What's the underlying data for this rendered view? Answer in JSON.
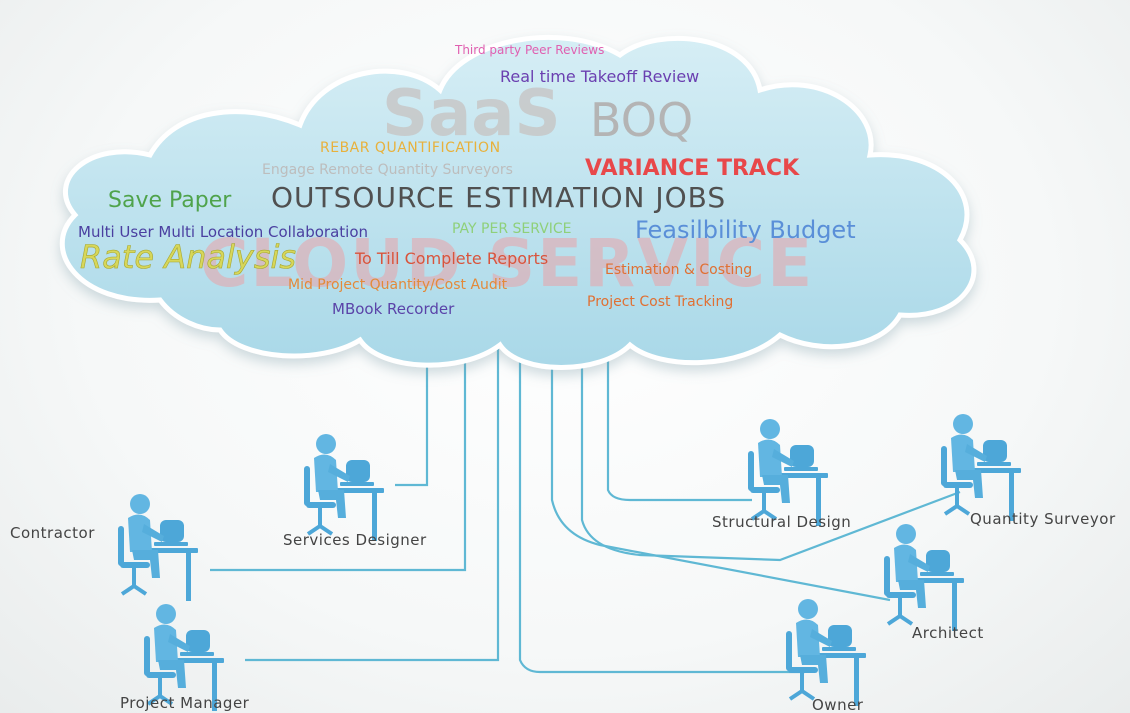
{
  "cloud": {
    "watermark": "CLOUD SERVICE",
    "words": {
      "peer_reviews": "Third party Peer Reviews",
      "realtime": "Real time Takeoff Review",
      "saas": "SaaS",
      "boq": "BOQ",
      "rebar": "REBAR QUANTIFICATION",
      "engage": "Engage Remote Quantity Surveyors",
      "variance": "VARIANCE TRACK",
      "save_paper": "Save Paper",
      "outsource": "OUTSOURCE ESTIMATION JOBS",
      "multi_user": "Multi User Multi Location Collaboration",
      "pay_per_service": "PAY PER SERVICE",
      "feasibility": "Feasilbility Budget",
      "rate_analysis": "Rate Analysis",
      "to_till": "To Till Complete Reports",
      "estimation": "Estimation & Costing",
      "mid_project": "Mid Project Quantity/Cost Audit",
      "project_cost": "Project Cost Tracking",
      "mbook": "MBook Recorder"
    }
  },
  "people": {
    "contractor": "Contractor",
    "services_designer": "Services Designer",
    "project_manager": "Project Manager",
    "structural_design": "Structural Design",
    "quantity_surveyor": "Quantity Surveyor",
    "architect": "Architect",
    "owner": "Owner"
  },
  "colors": {
    "cloud_fill": "#bfe4ef",
    "cloud_stroke": "#ffffff",
    "connector": "#5fb8d4",
    "person": "#5bb0de"
  }
}
